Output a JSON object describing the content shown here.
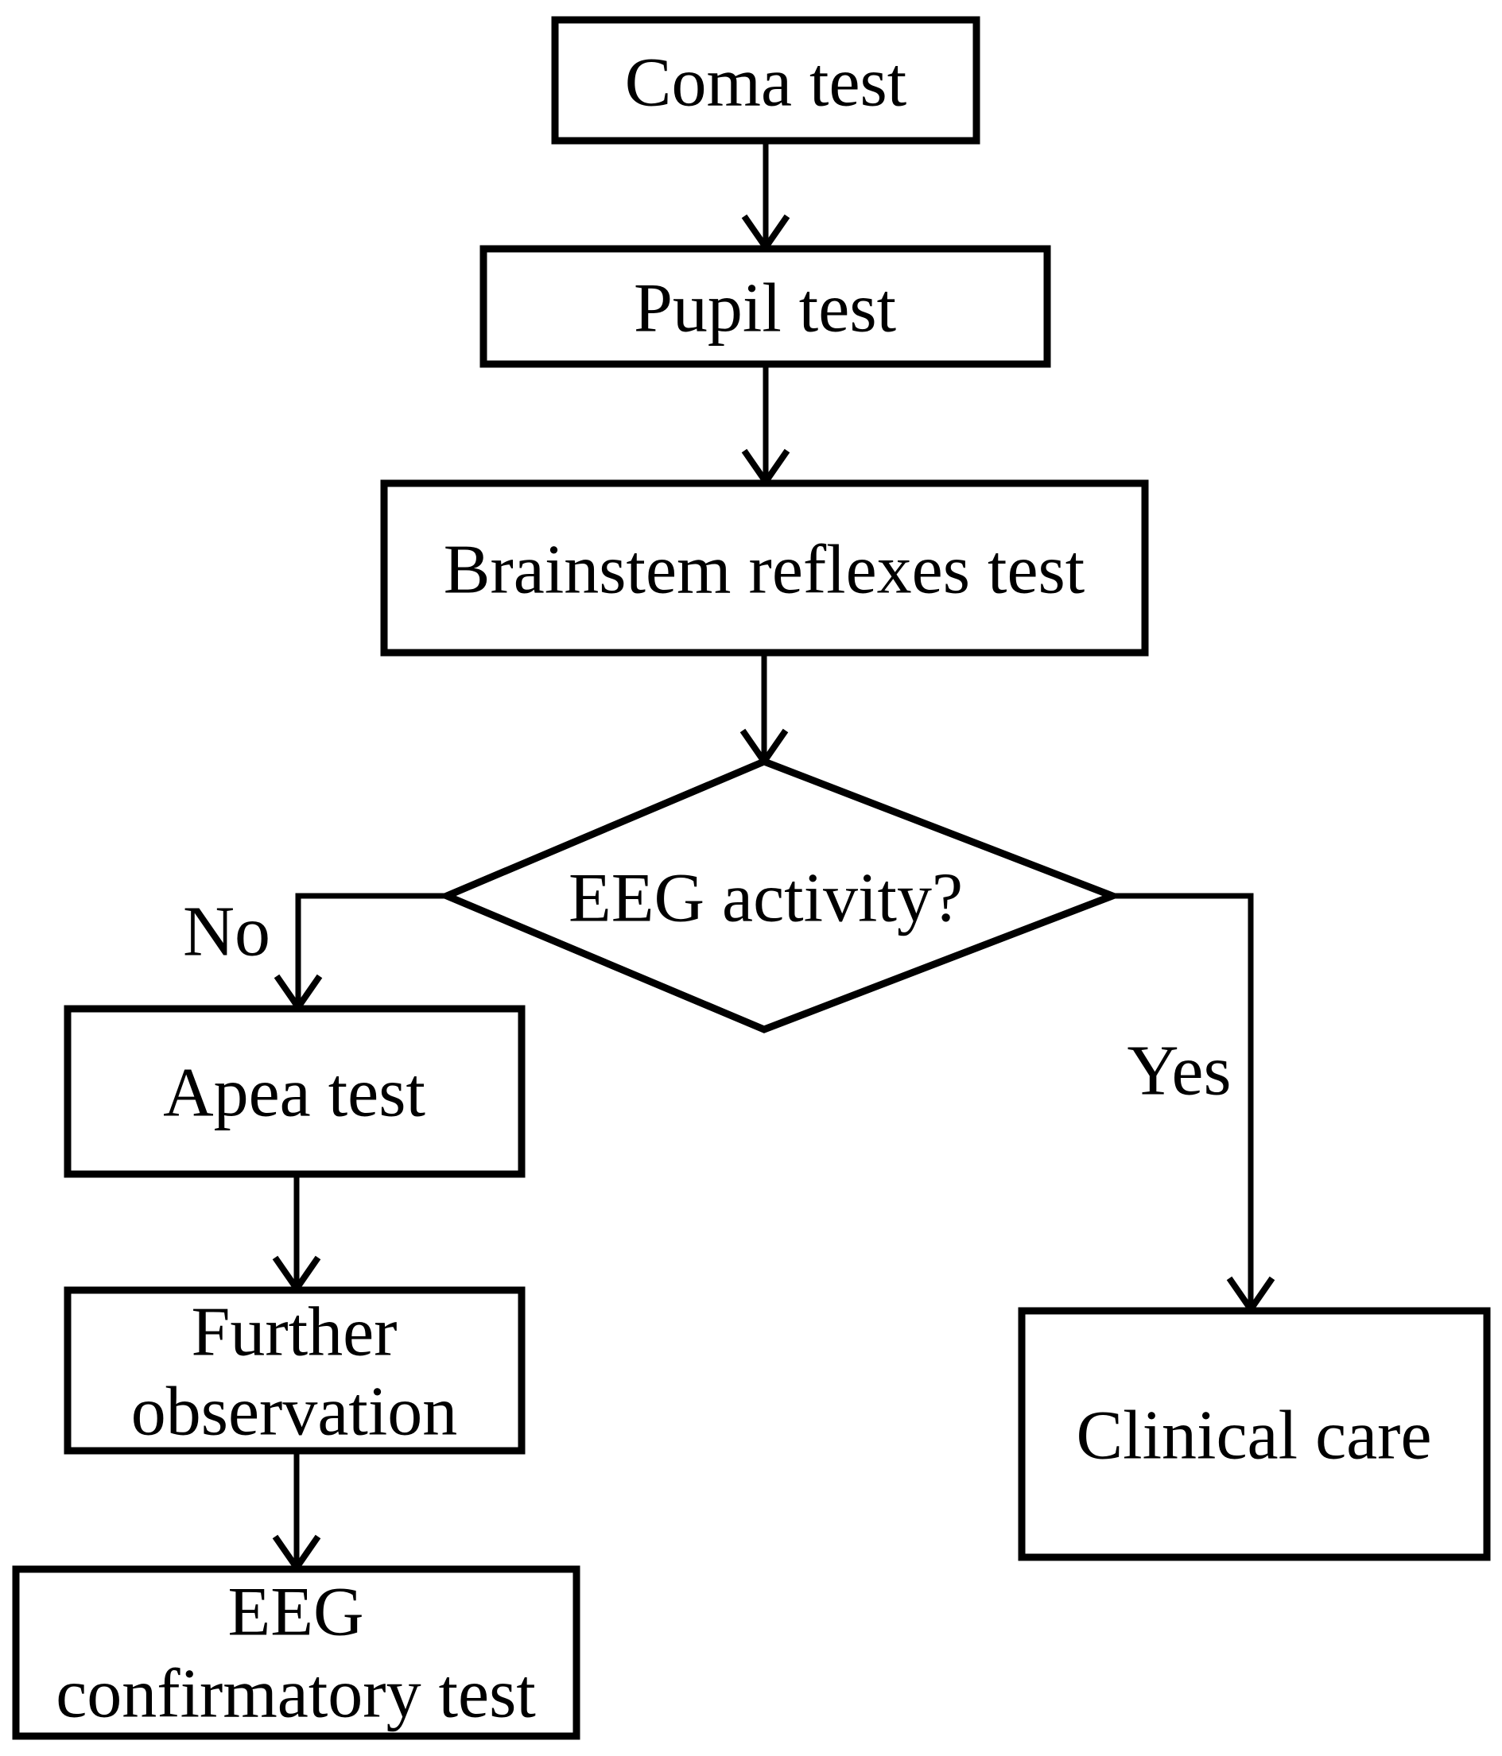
{
  "diagram": {
    "type": "flowchart",
    "colors": {
      "background": "#ffffff",
      "line": "#000000",
      "text": "#000000"
    },
    "nodes": {
      "coma": {
        "label": "Coma test",
        "shape": "rectangle"
      },
      "pupil": {
        "label": "Pupil test",
        "shape": "rectangle"
      },
      "brainstem": {
        "label": "Brainstem reflexes test",
        "shape": "rectangle"
      },
      "eeg_activity": {
        "label": "EEG activity?",
        "shape": "diamond"
      },
      "apea": {
        "label": "Apea test",
        "shape": "rectangle"
      },
      "further_observation": {
        "lines": [
          "Further",
          "observation"
        ],
        "shape": "rectangle"
      },
      "eeg_confirmatory": {
        "lines": [
          "EEG",
          "confirmatory test"
        ],
        "shape": "rectangle"
      },
      "clinical_care": {
        "label": "Clinical care",
        "shape": "rectangle"
      }
    },
    "edges": {
      "no_branch": {
        "label": "No",
        "from": "eeg_activity",
        "to": "apea"
      },
      "yes_branch": {
        "label": "Yes",
        "from": "eeg_activity",
        "to": "clinical_care"
      }
    }
  }
}
